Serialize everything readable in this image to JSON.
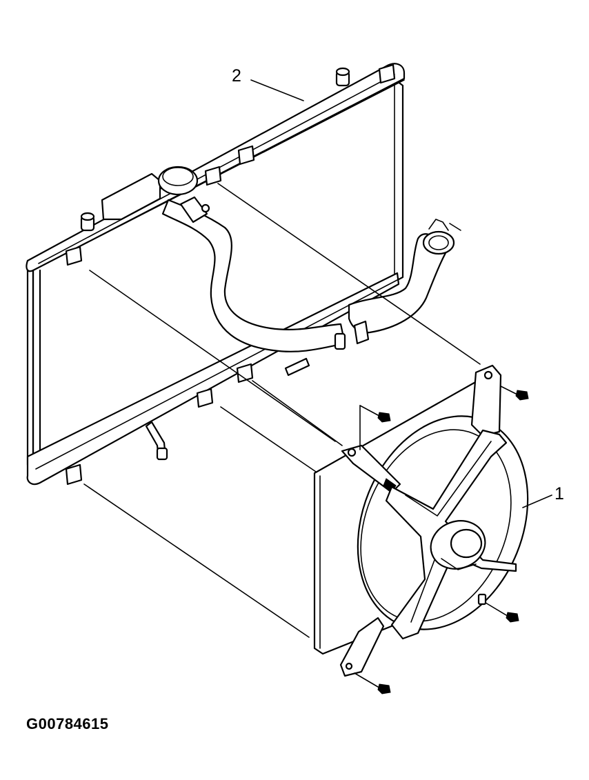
{
  "callouts": {
    "fan_assembly": "1",
    "radiator": "2"
  },
  "reference_code": "G00784615",
  "colors": {
    "line": "#000000",
    "background": "#ffffff"
  }
}
